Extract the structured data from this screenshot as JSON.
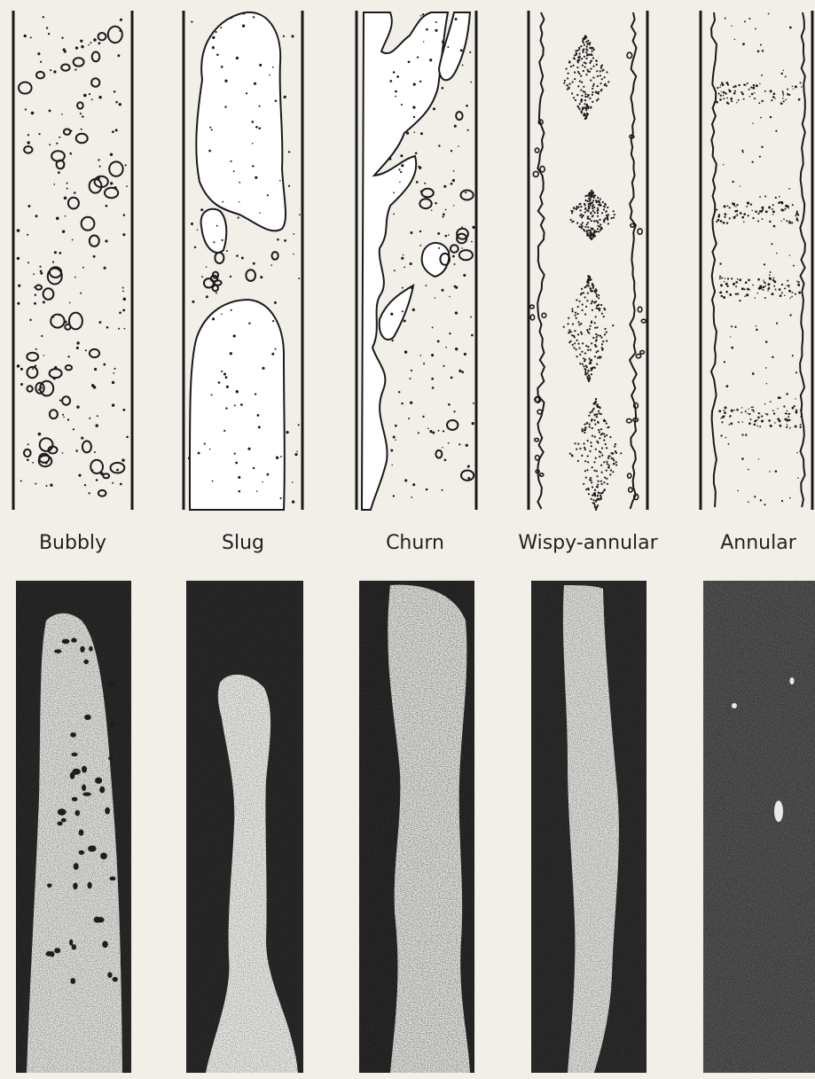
{
  "regimes": [
    {
      "id": "bubbly",
      "label": "Bubbly"
    },
    {
      "id": "slug",
      "label": "Slug"
    },
    {
      "id": "churn",
      "label": "Churn"
    },
    {
      "id": "wispy-annular",
      "label": "Wispy-annular"
    },
    {
      "id": "annular",
      "label": "Annular"
    }
  ],
  "colors": {
    "background": "#f2efe9",
    "ink": "#1a1a1a",
    "photo_dark": "#2b2b2b",
    "photo_light": "#ececea"
  }
}
